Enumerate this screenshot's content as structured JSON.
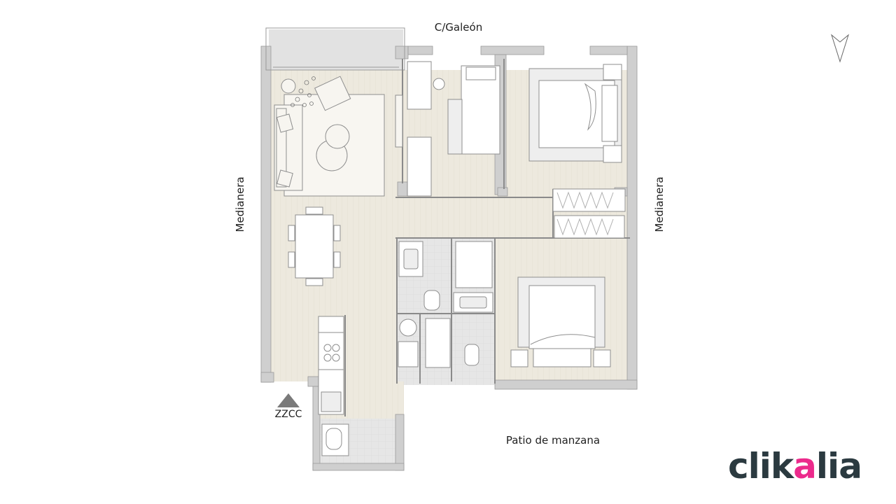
{
  "labels": {
    "street": "C/Galeón",
    "courtyard": "Patio de manzana",
    "party_wall_left": "Medianera",
    "party_wall_right": "Medianera",
    "common_areas": "ZZCC"
  },
  "brand": {
    "logo_text_before": "clik",
    "logo_text_accent": "a",
    "logo_text_after": "lia",
    "text_color": "#2b3a40",
    "accent_color": "#ec2a8c"
  },
  "colors": {
    "wall": "#cfcfcf",
    "floor_wood": "#ece8dd",
    "floor_tile": "#e4e4e4",
    "line": "#8a8a8a"
  }
}
